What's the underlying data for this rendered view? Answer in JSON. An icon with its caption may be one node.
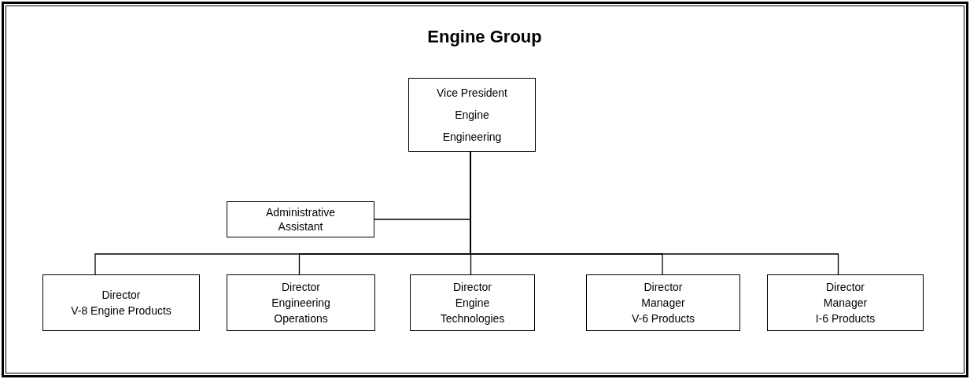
{
  "diagram": {
    "title": "Engine Group",
    "nodes": [
      {
        "text": [
          "Vice President Engine Engineering"
        ]
      },
      {
        "text": [
          "Administrative Assistant"
        ]
      },
      {
        "text": [
          "Director",
          "V-8 Engine Products"
        ]
      },
      {
        "text": [
          "Director",
          "Engineering Operations"
        ]
      },
      {
        "text": [
          "Director",
          "Engine Technologies"
        ]
      },
      {
        "text": [
          "Director",
          "Manager",
          "V-6 Products"
        ]
      },
      {
        "text": [
          "Director",
          "Manager",
          "I-6 Products"
        ]
      }
    ],
    "edges": [
      {
        "from": 0,
        "to": 1,
        "arrow": "none"
      },
      {
        "from": 0,
        "to": 2,
        "arrow": "none"
      },
      {
        "from": 0,
        "to": 3,
        "arrow": "none"
      },
      {
        "from": 0,
        "to": 4,
        "arrow": "none"
      },
      {
        "from": 0,
        "to": 5,
        "arrow": "none"
      },
      {
        "from": 0,
        "to": 6,
        "arrow": "none"
      }
    ]
  }
}
